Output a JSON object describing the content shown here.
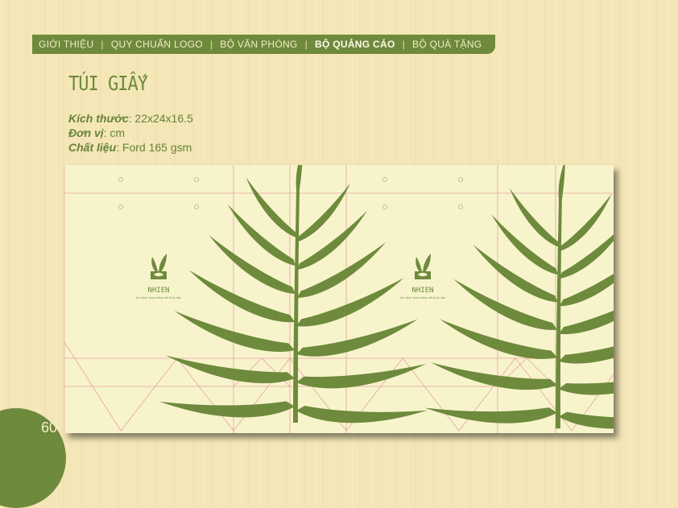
{
  "nav": {
    "items": [
      "GIỚI THIỆU",
      "QUY CHUẨN LOGO",
      "BỘ VĂN PHÒNG",
      "BỘ QUẢNG CÁO",
      "BỘ QUÀ TẶNG"
    ],
    "separator": "|",
    "active": "BỘ QUẢNG CÁO"
  },
  "title": "TÚI GIẤY",
  "specs": [
    {
      "label": "Kích thước",
      "value": ": 22x24x16.5"
    },
    {
      "label": "Đơn vị",
      "value": ": cm"
    },
    {
      "label": "Chất liệu",
      "value": ": Ford 165 gsm"
    }
  ],
  "bag": {
    "logo_name": "NHIEN",
    "logo_tagline": "ẩm thực tưng bừng với thuỷ sản",
    "colors": {
      "paper": "#f7f4cc",
      "leaf": "#6e8a3c",
      "dieline": "#e8a0a0"
    }
  },
  "page_number": "60"
}
